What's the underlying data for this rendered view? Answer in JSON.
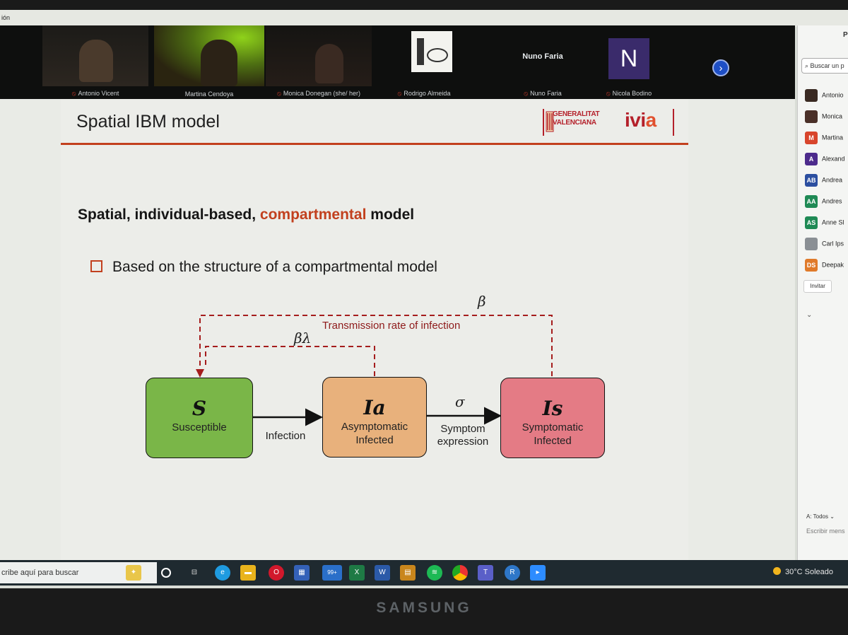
{
  "window": {
    "title_fragment": "ión"
  },
  "video_strip": {
    "participants": [
      {
        "name": "Antonio Vicent",
        "muted": true
      },
      {
        "name": "Martina Cendoya",
        "muted": false
      },
      {
        "name": "Monica Donegan (she/ her)",
        "muted": true
      },
      {
        "name": "Rodrigo Almeida",
        "muted": true
      },
      {
        "name": "Nuno Faria",
        "muted": true,
        "center_label": "Nuno Faria"
      },
      {
        "name": "Nicola Bodino",
        "muted": true,
        "avatar_letter": "N"
      }
    ]
  },
  "slide": {
    "title": "Spatial IBM model",
    "logo": {
      "gv_line1": "GENERALITAT",
      "gv_line2": "VALENCIANA",
      "ivia_main": "ivi",
      "ivia_accent": "a"
    },
    "subtitle_part1": "Spatial, individual-based,",
    "subtitle_highlight": "compartmental",
    "subtitle_part2": "model",
    "bullet": "Based on the structure of a compartmental model",
    "diagram": {
      "nodes": [
        {
          "symbol": "S",
          "label_line1": "Susceptible",
          "label_line2": "",
          "color": "#7ab648"
        },
        {
          "symbol": "Ia",
          "label_line1": "Asymptomatic",
          "label_line2": "Infected",
          "color": "#e8b17c"
        },
        {
          "symbol": "Is",
          "label_line1": "Symptomatic",
          "label_line2": "Infected",
          "color": "#e47b85"
        }
      ],
      "edge_infection": "Infection",
      "edge_symptom_line1": "Symptom",
      "edge_symptom_line2": "expression",
      "sigma": "σ",
      "beta": "β",
      "beta_lambda": "βλ",
      "transmission_label": "Transmission rate of infection",
      "arrow_color": "#a51d1d"
    }
  },
  "panel": {
    "header": "P",
    "search_placeholder": "Buscar un p",
    "participants": [
      {
        "name": "Antonio",
        "initials": "",
        "color": "#3a2a22"
      },
      {
        "name": "Monica",
        "initials": "",
        "color": "#4a3028"
      },
      {
        "name": "Martina",
        "initials": "M",
        "color": "#d8452c"
      },
      {
        "name": "Alexand",
        "initials": "A",
        "color": "#4d2b8c"
      },
      {
        "name": "Andrea",
        "initials": "AB",
        "color": "#2c4fa0"
      },
      {
        "name": "Andres",
        "initials": "AA",
        "color": "#1f8a55"
      },
      {
        "name": "Anne Sl",
        "initials": "AS",
        "color": "#1f8a55"
      },
      {
        "name": "Carl Ips",
        "initials": "",
        "color": "#8a8f94"
      },
      {
        "name": "Deepak",
        "initials": "DS",
        "color": "#e07a2a"
      }
    ],
    "invite_label": "Invitar",
    "chat_to_prefix": "A:",
    "chat_to_value": "Todos",
    "chat_placeholder": "Escribir mens"
  },
  "taskbar": {
    "search_text": "cribe aquí para buscar",
    "badge": "99+",
    "weather": "30°C  Soleado"
  },
  "bezel": {
    "brand": "SAMSUNG"
  }
}
